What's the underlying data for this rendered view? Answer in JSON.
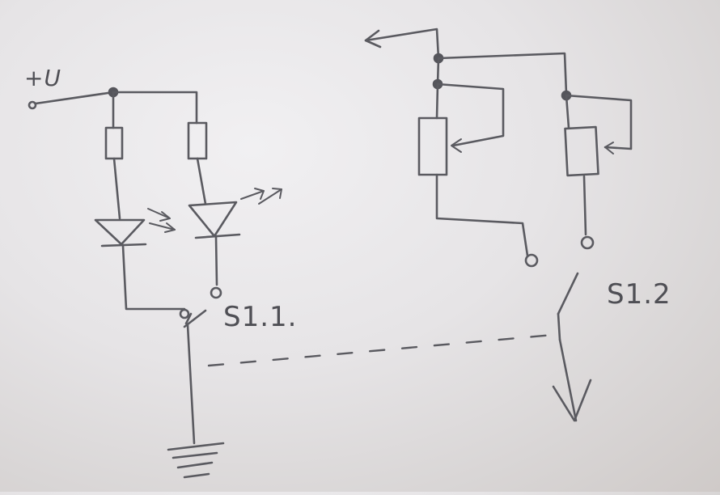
{
  "labels": {
    "supply": "+U",
    "switch_1": "S1.1.",
    "switch_2": "S1.2"
  },
  "colors": {
    "paper": "#e6e4e6",
    "pencil": "#5a5a60"
  }
}
